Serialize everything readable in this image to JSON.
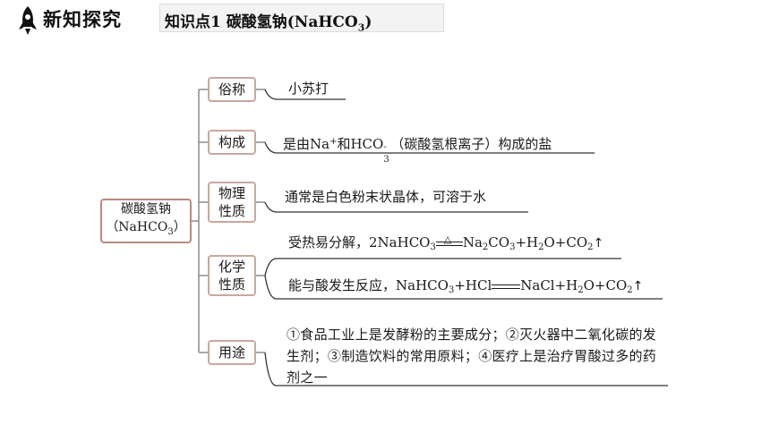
{
  "header": {
    "section_title": "新知探究",
    "kp_title": "知识点1  碳酸氢钠(NaHCO",
    "kp_title_sub": "3",
    "kp_title_close": ")"
  },
  "root": {
    "line1": "碳酸氢钠",
    "line2_prefix": "（NaHCO",
    "line2_sub": "3",
    "line2_suffix": "）"
  },
  "branches": {
    "common_name": {
      "label": "俗称",
      "content": "小苏打"
    },
    "composition": {
      "label": "构成",
      "pre": "是由Na",
      "plus": "+",
      "mid": "和HCO",
      "ion_minus": "-",
      "ion_sub": "3",
      "post": "（碳酸氢根离子）构成的盐"
    },
    "physical": {
      "label_1": "物理",
      "label_2": "性质",
      "content": "通常是白色粉末状晶体，可溶于水"
    },
    "chemical": {
      "label_1": "化学",
      "label_2": "性质",
      "reaction1": {
        "text": "受热易分解，2NaHCO",
        "s1": "3",
        "cond": "△",
        "p1": "Na",
        "p1s": "2",
        "p2": "CO",
        "p2s": "3",
        "p3": "+H",
        "p3s": "2",
        "p4": "O+CO",
        "p4s": "2"
      },
      "reaction2": {
        "text": "能与酸发生反应，NaHCO",
        "s1": "3",
        "r2": "+HCl",
        "p1": "NaCl+H",
        "p1s": "2",
        "p2": "O+CO",
        "p2s": "2"
      }
    },
    "uses": {
      "label": "用途",
      "content": "①食品工业上是发酵粉的主要成分；②灭火器中二氧化碳的发生剂；③制造饮料的常用原料；④医疗上是治疗胃酸过多的药剂之一"
    }
  },
  "colors": {
    "box_border": "#c9a79f",
    "line": "#8a8a8a",
    "underline": "#333333"
  }
}
